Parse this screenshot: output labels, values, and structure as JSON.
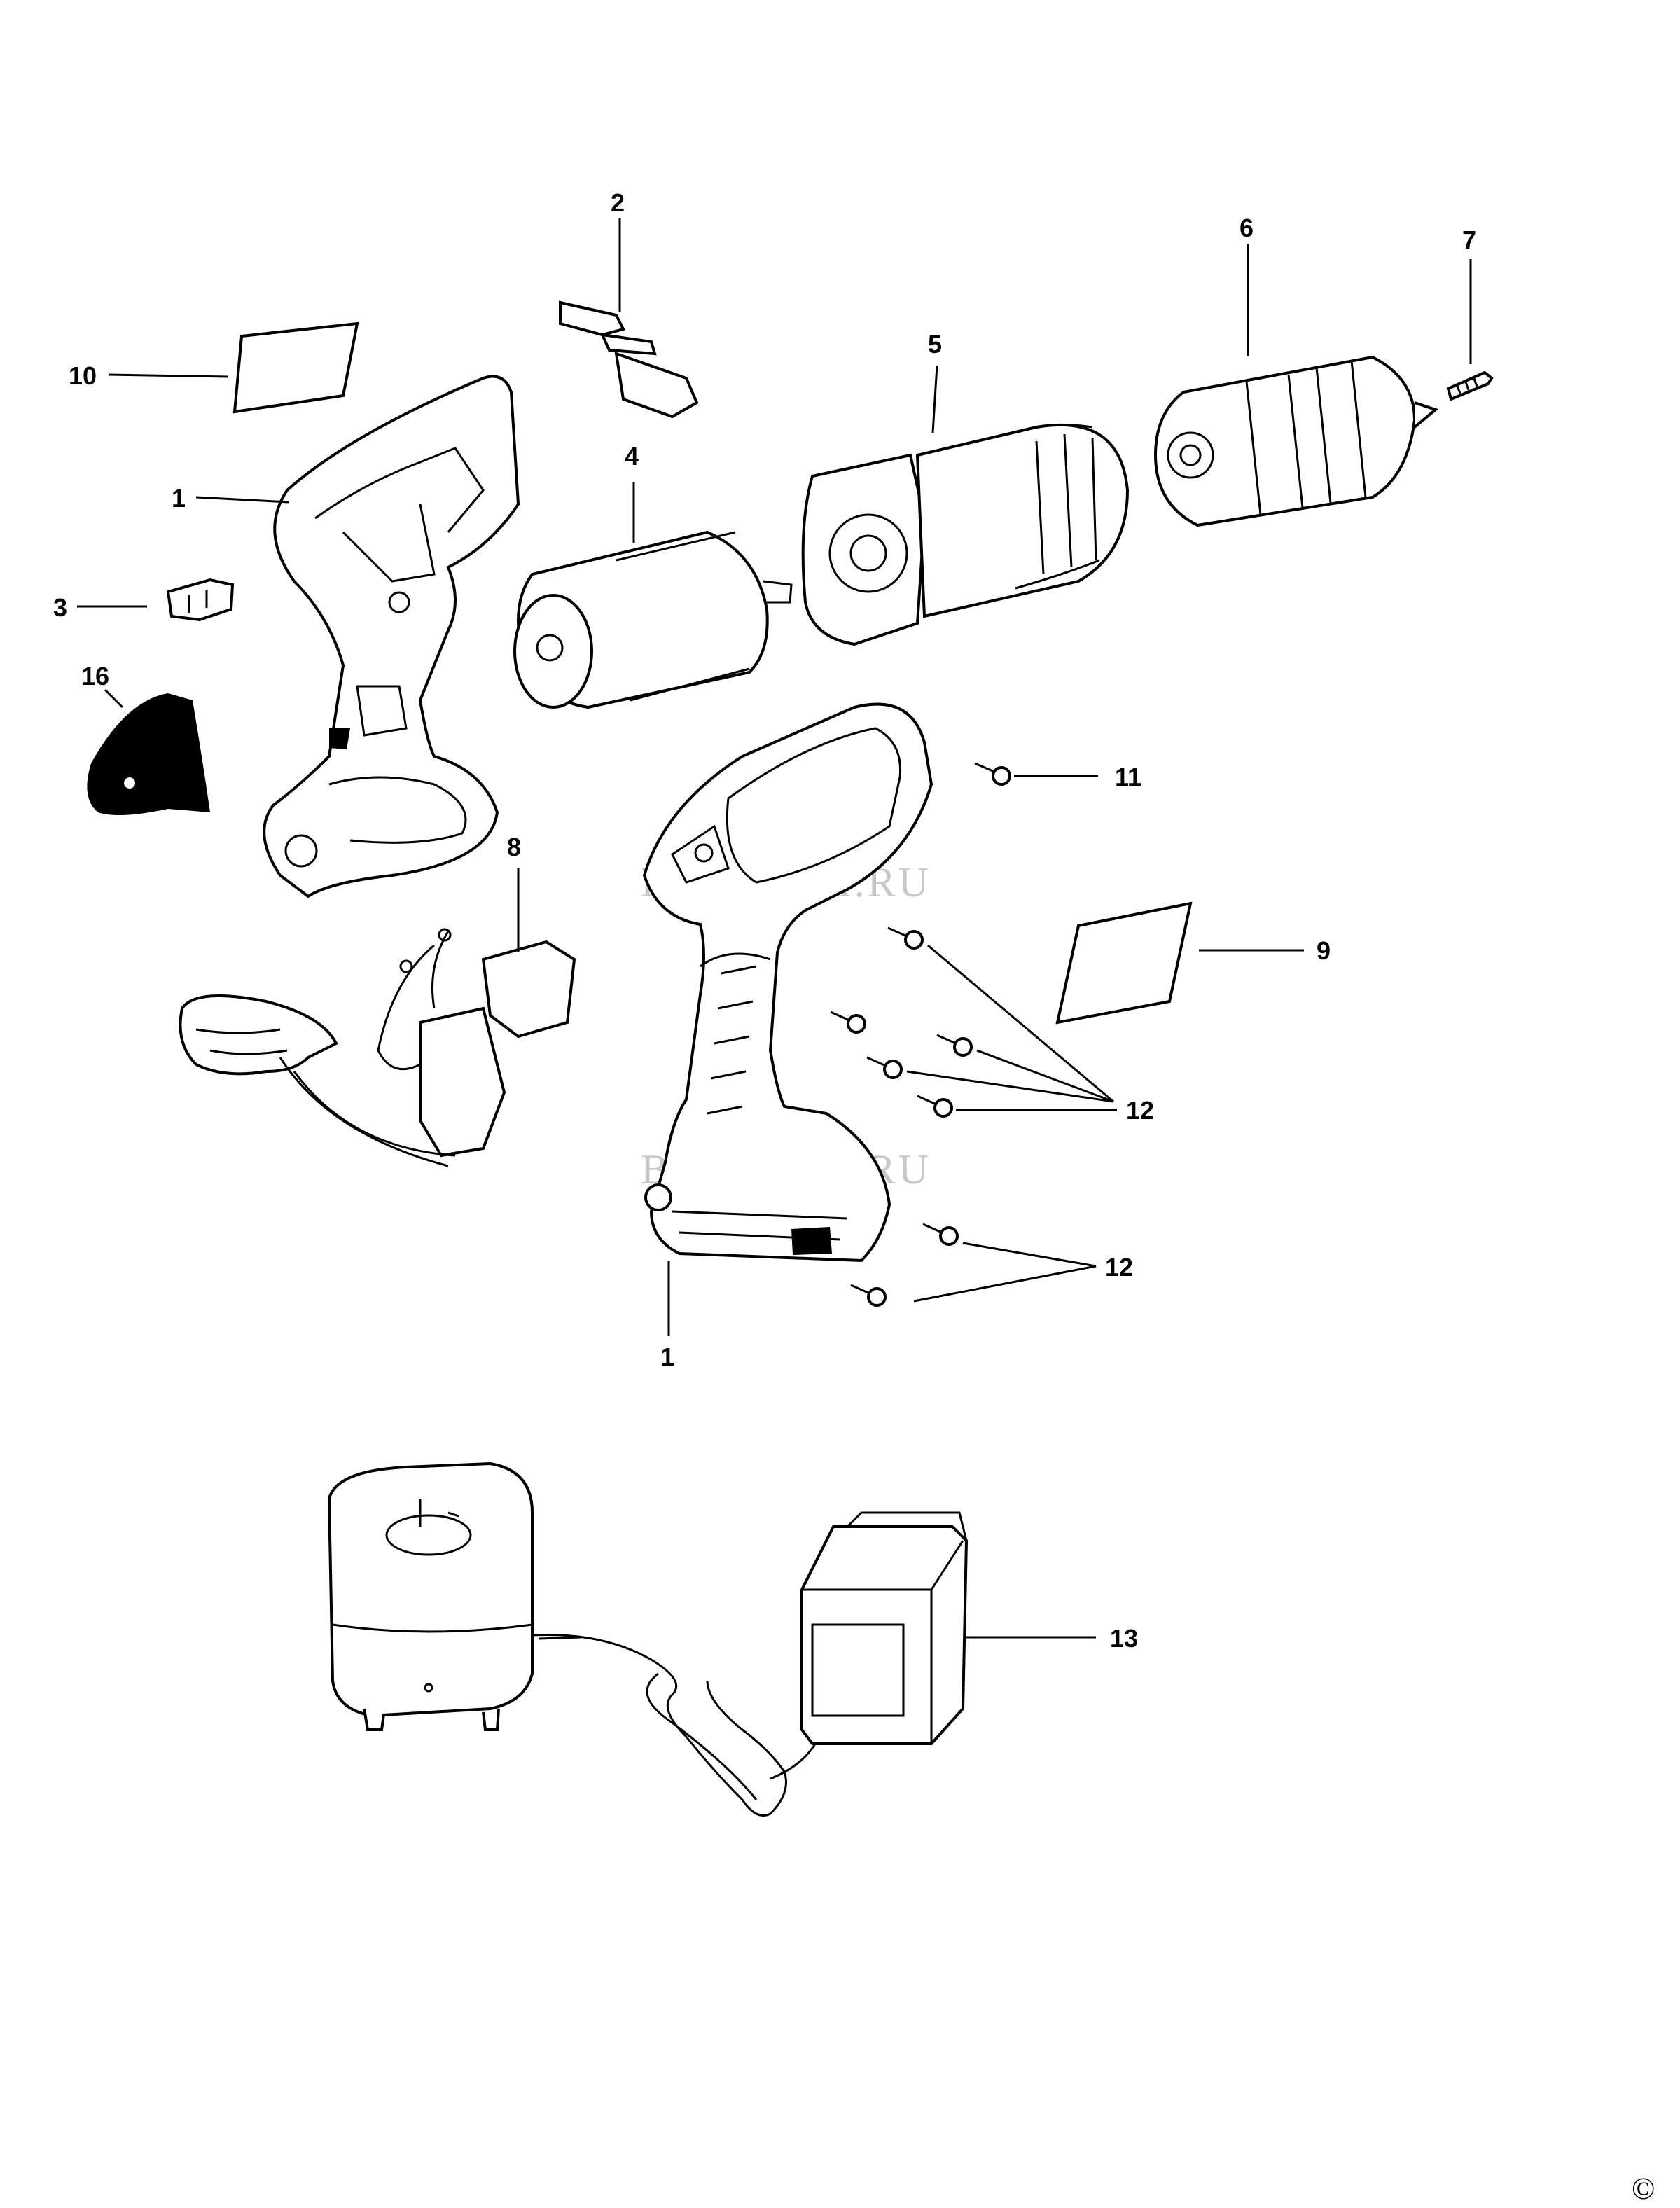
{
  "callouts": {
    "p1a": "1",
    "p1b": "1",
    "p2": "2",
    "p3": "3",
    "p4": "4",
    "p5": "5",
    "p6": "6",
    "p7": "7",
    "p8": "8",
    "p9": "9",
    "p10": "10",
    "p11": "11",
    "p12a": "12",
    "p12b": "12",
    "p13": "13",
    "p16": "16"
  },
  "watermark": "BRIZOOM.RU",
  "copyright": "©"
}
